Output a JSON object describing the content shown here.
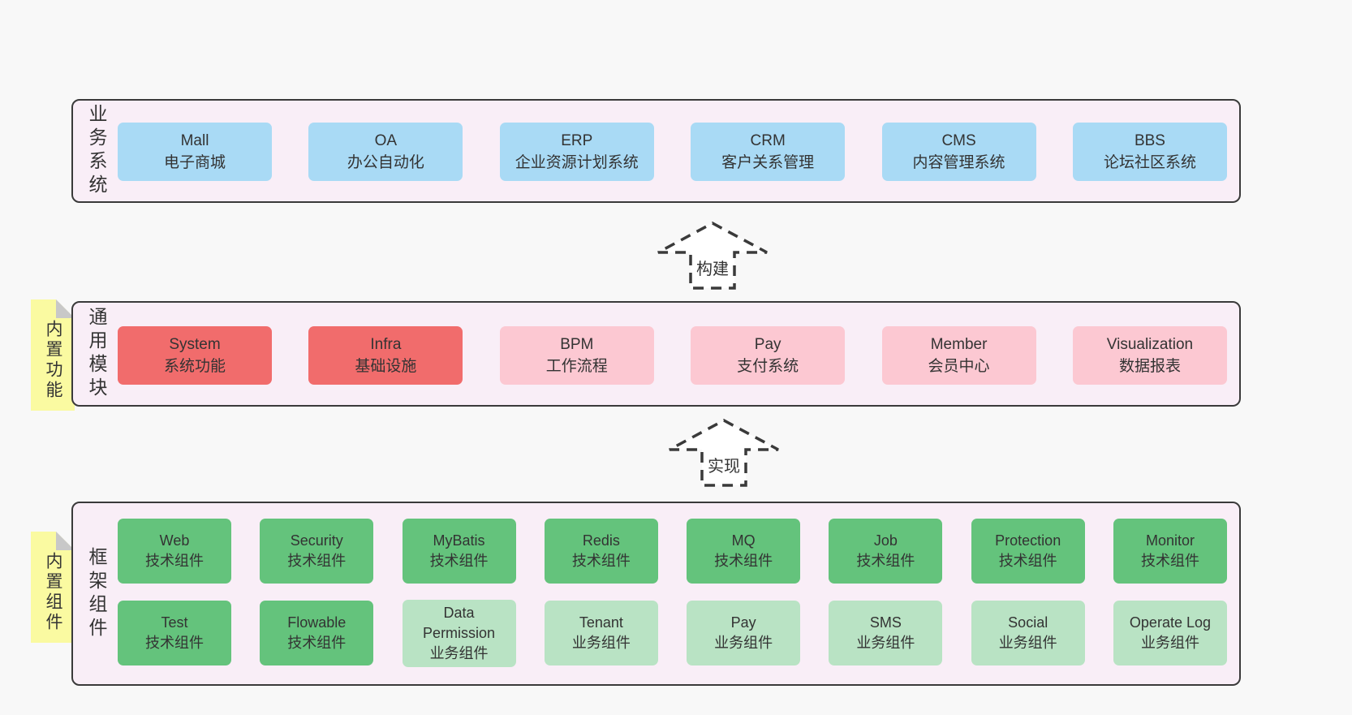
{
  "diagram": {
    "business": {
      "label": "业务系统",
      "boxes": [
        {
          "name": "Mall",
          "desc": "电子商城"
        },
        {
          "name": "OA",
          "desc": "办公自动化"
        },
        {
          "name": "ERP",
          "desc": "企业资源计划系统"
        },
        {
          "name": "CRM",
          "desc": "客户关系管理"
        },
        {
          "name": "CMS",
          "desc": "内容管理系统"
        },
        {
          "name": "BBS",
          "desc": "论坛社区系统"
        }
      ]
    },
    "arrow_build": {
      "label": "构建"
    },
    "modules": {
      "label": "通用模块",
      "tag": "内置功能",
      "boxes": [
        {
          "name": "System",
          "desc": "系统功能",
          "type": "core"
        },
        {
          "name": "Infra",
          "desc": "基础设施",
          "type": "core"
        },
        {
          "name": "BPM",
          "desc": "工作流程",
          "type": "optional"
        },
        {
          "name": "Pay",
          "desc": "支付系统",
          "type": "optional"
        },
        {
          "name": "Member",
          "desc": "会员中心",
          "type": "optional"
        },
        {
          "name": "Visualization",
          "desc": "数据报表",
          "type": "optional"
        }
      ]
    },
    "arrow_implement": {
      "label": "实现"
    },
    "framework": {
      "label": "框架组件",
      "tag": "内置组件",
      "row1": [
        {
          "name": "Web",
          "desc": "技术组件",
          "type": "tech"
        },
        {
          "name": "Security",
          "desc": "技术组件",
          "type": "tech"
        },
        {
          "name": "MyBatis",
          "desc": "技术组件",
          "type": "tech"
        },
        {
          "name": "Redis",
          "desc": "技术组件",
          "type": "tech"
        },
        {
          "name": "MQ",
          "desc": "技术组件",
          "type": "tech"
        },
        {
          "name": "Job",
          "desc": "技术组件",
          "type": "tech"
        },
        {
          "name": "Protection",
          "desc": "技术组件",
          "type": "tech"
        },
        {
          "name": "Monitor",
          "desc": "技术组件",
          "type": "tech"
        }
      ],
      "row2": [
        {
          "name": "Test",
          "desc": "技术组件",
          "type": "tech"
        },
        {
          "name": "Flowable",
          "desc": "技术组件",
          "type": "tech"
        },
        {
          "name": "Data Permission",
          "desc": "业务组件",
          "type": "biz"
        },
        {
          "name": "Tenant",
          "desc": "业务组件",
          "type": "biz"
        },
        {
          "name": "Pay",
          "desc": "业务组件",
          "type": "biz"
        },
        {
          "name": "SMS",
          "desc": "业务组件",
          "type": "biz"
        },
        {
          "name": "Social",
          "desc": "业务组件",
          "type": "biz"
        },
        {
          "name": "Operate Log",
          "desc": "业务组件",
          "type": "biz"
        }
      ]
    }
  },
  "colors": {
    "business_box": "#a9daf5",
    "core_module_box": "#f16c6c",
    "optional_module_box": "#fcc8d2",
    "tech_component_box": "#64c37c",
    "biz_component_box": "#b9e3c4",
    "tab_yellow": "#fafaa1",
    "panel_bg": "#f9eef7",
    "page_bg": "#f8f8f8"
  }
}
